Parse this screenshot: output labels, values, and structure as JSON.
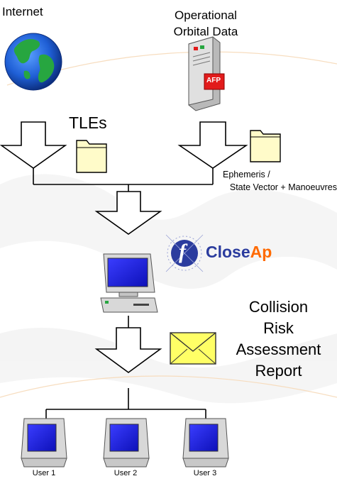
{
  "sources": {
    "internet_label": "Internet",
    "operational_line1": "Operational",
    "operational_line2": "Orbital Data",
    "afp_badge": "AFP"
  },
  "flows": {
    "tles_label": "TLEs",
    "ephemeris_line1": "Ephemeris /",
    "ephemeris_line2": "State Vector + Manoeuvres"
  },
  "processor": {
    "logo_letter": "f",
    "logo_text_main": "Close",
    "logo_text_accent": "Ap"
  },
  "report": {
    "line1": "Collision",
    "line2": "Risk",
    "line3": "Assessment",
    "line4": "Report"
  },
  "users": [
    {
      "label": "User 1"
    },
    {
      "label": "User 2"
    },
    {
      "label": "User 3"
    }
  ],
  "colors": {
    "globe_ocean": "#1f5fd6",
    "globe_land": "#27a640",
    "folder": "#fffbc9",
    "envelope": "#ffff66",
    "server_red": "#e21b1b",
    "logo_blue": "#2b3c9e",
    "logo_orange": "#ff6a00",
    "monitor_screen": "#1f22e6",
    "computer_body": "#d8d8d8"
  }
}
